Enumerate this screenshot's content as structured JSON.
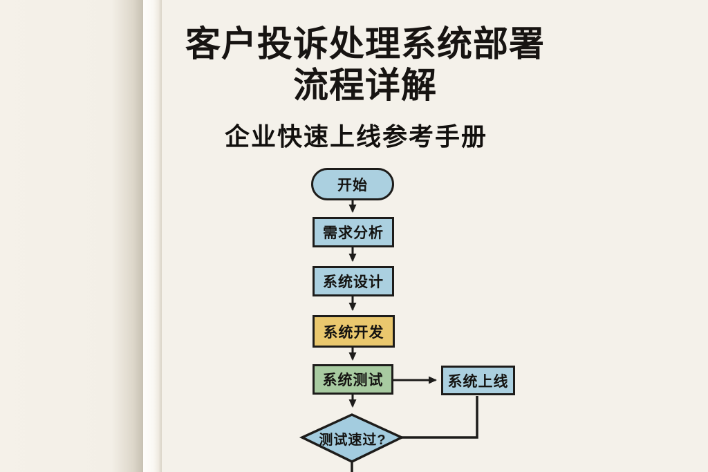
{
  "header": {
    "title_line1": "客户投诉处理系统部署",
    "title_line2": "流程详解",
    "subtitle": "企业快速上线参考手册"
  },
  "flowchart": {
    "nodes": [
      {
        "id": "start",
        "label": "开始",
        "shape": "stadium",
        "fill": "#abd0e0"
      },
      {
        "id": "requirement-analysis",
        "label": "需求分析",
        "shape": "rect",
        "fill": "#abd0e0"
      },
      {
        "id": "system-design",
        "label": "系统设计",
        "shape": "rect",
        "fill": "#abd0e0"
      },
      {
        "id": "system-development",
        "label": "系统开发",
        "shape": "rect",
        "fill": "#eac86e"
      },
      {
        "id": "system-testing",
        "label": "系统测试",
        "shape": "rect",
        "fill": "#a8cba1"
      },
      {
        "id": "system-launch",
        "label": "系统上线",
        "shape": "rect",
        "fill": "#abd0e0"
      },
      {
        "id": "test-passed",
        "label": "测试速过?",
        "shape": "diamond",
        "fill": "#a3ccdf"
      }
    ],
    "edges": [
      {
        "from": "start",
        "to": "requirement-analysis",
        "arrow": true
      },
      {
        "from": "requirement-analysis",
        "to": "system-design",
        "arrow": true
      },
      {
        "from": "system-design",
        "to": "system-development",
        "arrow": true
      },
      {
        "from": "system-development",
        "to": "system-testing",
        "arrow": true
      },
      {
        "from": "system-testing",
        "to": "system-launch",
        "arrow": true
      },
      {
        "from": "system-testing",
        "to": "test-passed",
        "arrow": true
      },
      {
        "from": "test-passed",
        "to": "system-launch",
        "arrow": false
      },
      {
        "from": "test-passed",
        "to": "offscreen-bottom",
        "arrow": false
      }
    ],
    "stroke_color": "#1d1c1a",
    "text_color": "#141311"
  },
  "colors": {
    "paper": "#f4f1ea",
    "surface": "#f3efe7",
    "node_blue": "#abd0e0",
    "node_yellow": "#eac86e",
    "node_green": "#a8cba1",
    "diamond_blue": "#a3ccdf",
    "outline": "#1d1c1a"
  }
}
